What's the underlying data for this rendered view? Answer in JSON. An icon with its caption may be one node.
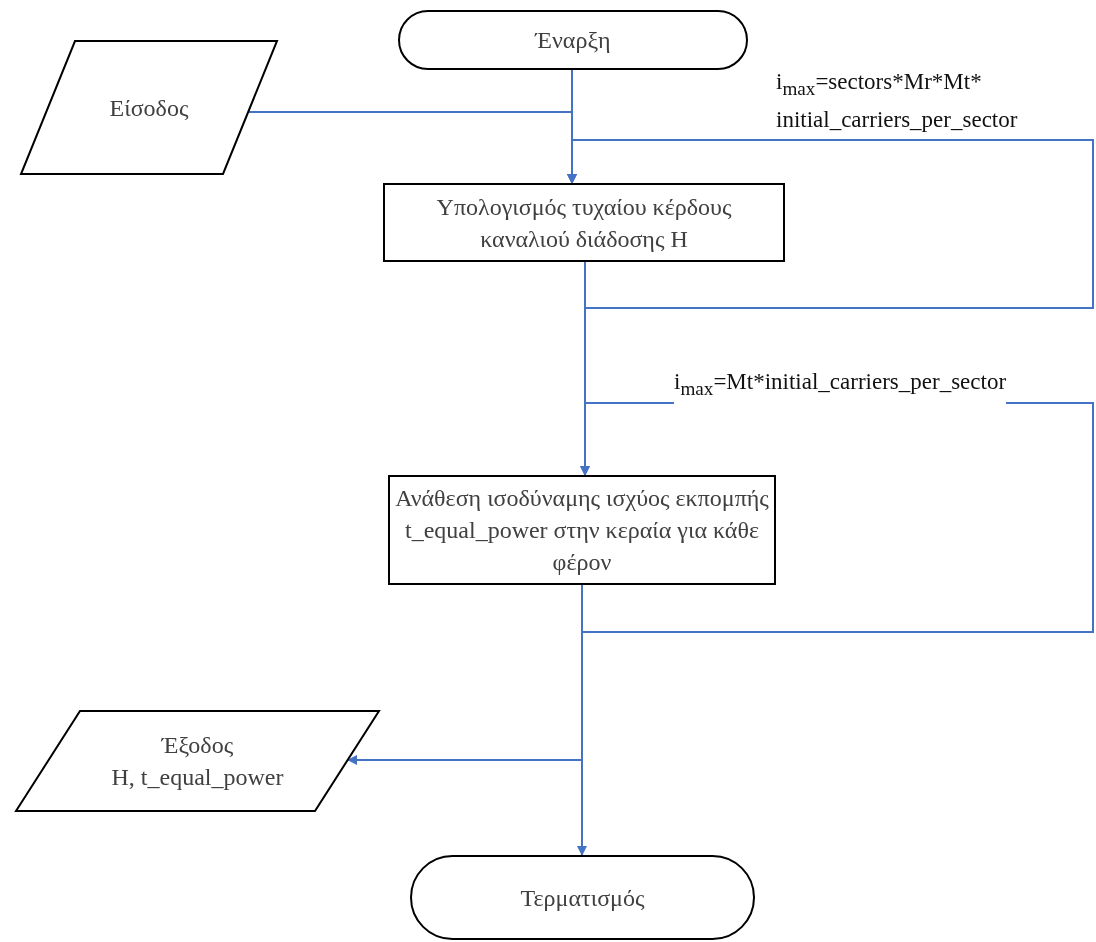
{
  "diagram": {
    "nodes": [
      {
        "text": [
          "Έναρξη"
        ]
      },
      {
        "text": [
          "Είσοδος"
        ]
      },
      {
        "text": [
          "Υπολογισμός τυχαίου κέρδους καναλιού διάδοσης H"
        ]
      },
      {
        "text": [
          "Ανάθεση ισοδύναμης ισχύος εκπομπής t_equal_power στην κεραία για κάθε φέρον"
        ]
      },
      {
        "text": [
          "Έξοδος",
          "H, t_equal_power"
        ]
      },
      {
        "text": [
          "Τερματισμός"
        ]
      }
    ],
    "edges": [
      {
        "from": 0,
        "to": 2,
        "arrow": "to"
      },
      {
        "from": 1,
        "to": 2,
        "arrow": "to"
      },
      {
        "from": 2,
        "to": 2,
        "arrow": "to",
        "label": "i$_{max}$=sectors*Mr*Mt* initial_carriers_per_sector"
      },
      {
        "from": 2,
        "to": 3,
        "arrow": "to"
      },
      {
        "from": 3,
        "to": 3,
        "arrow": "to",
        "label": "i$_{max}$=Mt*initial_carriers_per_sector"
      },
      {
        "from": 3,
        "to": 4,
        "arrow": "to"
      },
      {
        "from": 3,
        "to": 5,
        "arrow": "to"
      }
    ]
  }
}
